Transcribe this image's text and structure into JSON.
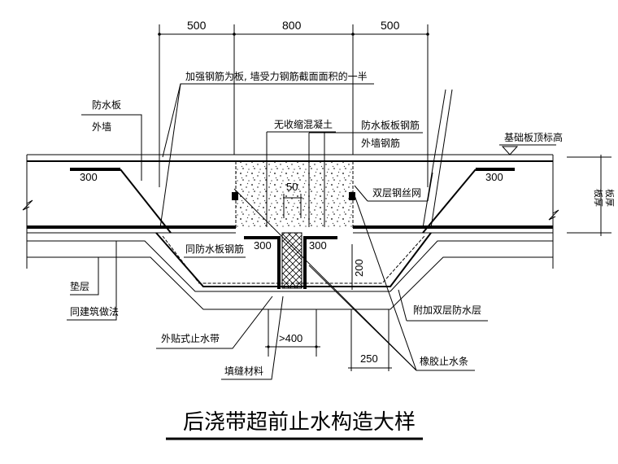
{
  "title": "后浇带超前止水构造大样",
  "dimensions": {
    "top_left": "500",
    "top_middle": "800",
    "top_right": "500",
    "hook_left": "300",
    "hook_right": "300",
    "hook_inner_left": "300",
    "hook_inner_right": "300",
    "gap": "50",
    "depth": "200",
    "width_min": ">400",
    "width_250": "250"
  },
  "labels": {
    "rebar_note": "加强钢筋为板, 墙受力钢筋截面面积的一半",
    "waterproof_slab": "防水板",
    "outer_wall": "外墙",
    "non_shrink_concrete": "无收缩混凝土",
    "slab_rebar": "防水板板钢筋",
    "wall_rebar": "外墙钢筋",
    "foundation_top": "基础板顶标高",
    "double_mesh": "双层钢丝网",
    "same_slab_rebar": "同防水板钢筋",
    "cushion": "垫层",
    "same_method": "同建筑做法",
    "external_waterstop": "外贴式止水带",
    "filler": "填缝材料",
    "extra_waterproof": "附加双层防水层",
    "rubber_waterstop": "橡胶止水条",
    "thickness_left": "板厚",
    "thickness_right": "板厚"
  }
}
